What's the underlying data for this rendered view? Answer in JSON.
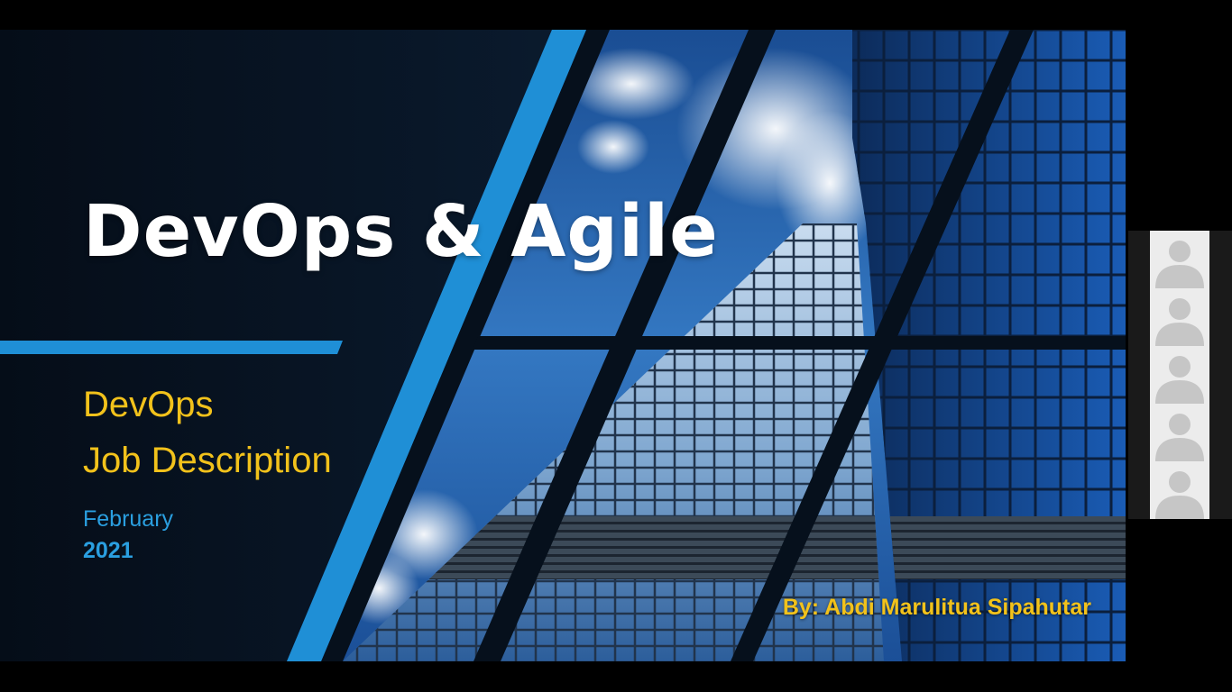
{
  "slide": {
    "title": "DevOps & Agile",
    "subtitle_line1": "DevOps",
    "subtitle_line2": "Job Description",
    "date_month": "February",
    "date_year": "2021",
    "author": "By: Abdi Marulitua Sipahutar"
  },
  "participants": {
    "count": 5,
    "icon": "person-avatar-icon"
  },
  "colors": {
    "slide_background": "#06101c",
    "accent_blue": "#1f8fd6",
    "title_text": "#ffffff",
    "subtitle_yellow": "#f2c21b",
    "date_blue": "#2a9fe0",
    "author_yellow": "#f2c21b"
  }
}
